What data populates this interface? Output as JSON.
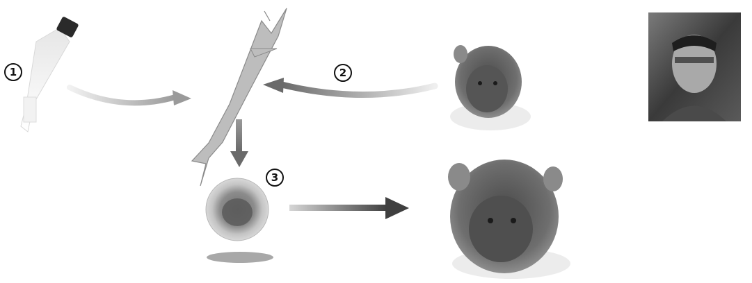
{
  "steps": {
    "one": "1",
    "two": "2",
    "three": "3"
  },
  "icons": {
    "vial": "test-tube-icon",
    "cell": "fibroblast-cell-icon",
    "small_mouse": "mouse-icon",
    "embryo": "blastocyst-icon",
    "large_mouse": "mouse-icon",
    "portrait": "portrait-photo"
  },
  "colors": {
    "arrow_dark": "#555555",
    "arrow_light": "#c8c8c8",
    "mouse_fur": "#6e6e6e",
    "cell_fill": "#bdbdbd"
  }
}
